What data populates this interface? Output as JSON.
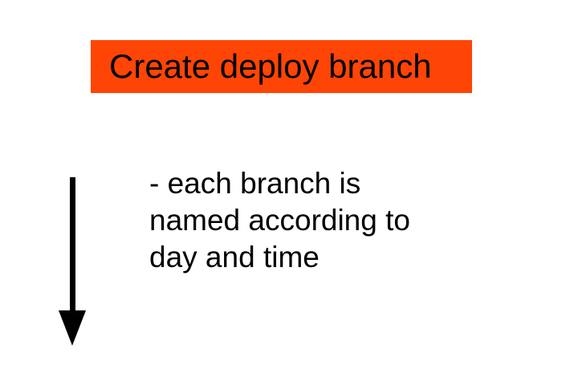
{
  "title_box": {
    "label": "Create deploy branch"
  },
  "note": {
    "lines": [
      "- each branch is",
      "named according to",
      "day and time"
    ]
  },
  "icons": {
    "down_arrow": "down-arrow"
  },
  "colors": {
    "box_fill": "#FF4505",
    "box_text": "#000000",
    "note_text": "#000000",
    "arrow": "#000000",
    "background": "#FFFFFF"
  }
}
